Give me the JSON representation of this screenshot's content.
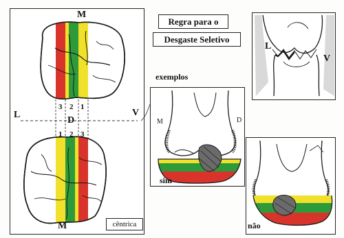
{
  "title": {
    "line1": "Regra para o",
    "line2": "Desgaste Seletivo"
  },
  "left_panel": {
    "top_m": "M",
    "bottom_m": "M",
    "l": "L",
    "v": "V",
    "d": "D",
    "upper_numbers": [
      "3",
      "2",
      "1"
    ],
    "lower_numbers": [
      "1",
      "2",
      "3"
    ],
    "centric_label": "cêntrica"
  },
  "examples": {
    "heading": "exemplos",
    "m": "M",
    "d": "D",
    "sim": "sim",
    "nao": "não"
  },
  "top_right": {
    "l": "L",
    "v": "V"
  },
  "colors": {
    "red": "#d8342c",
    "green": "#2e9b3a",
    "yellow": "#f1e12a",
    "ink": "#1a1a1a"
  }
}
